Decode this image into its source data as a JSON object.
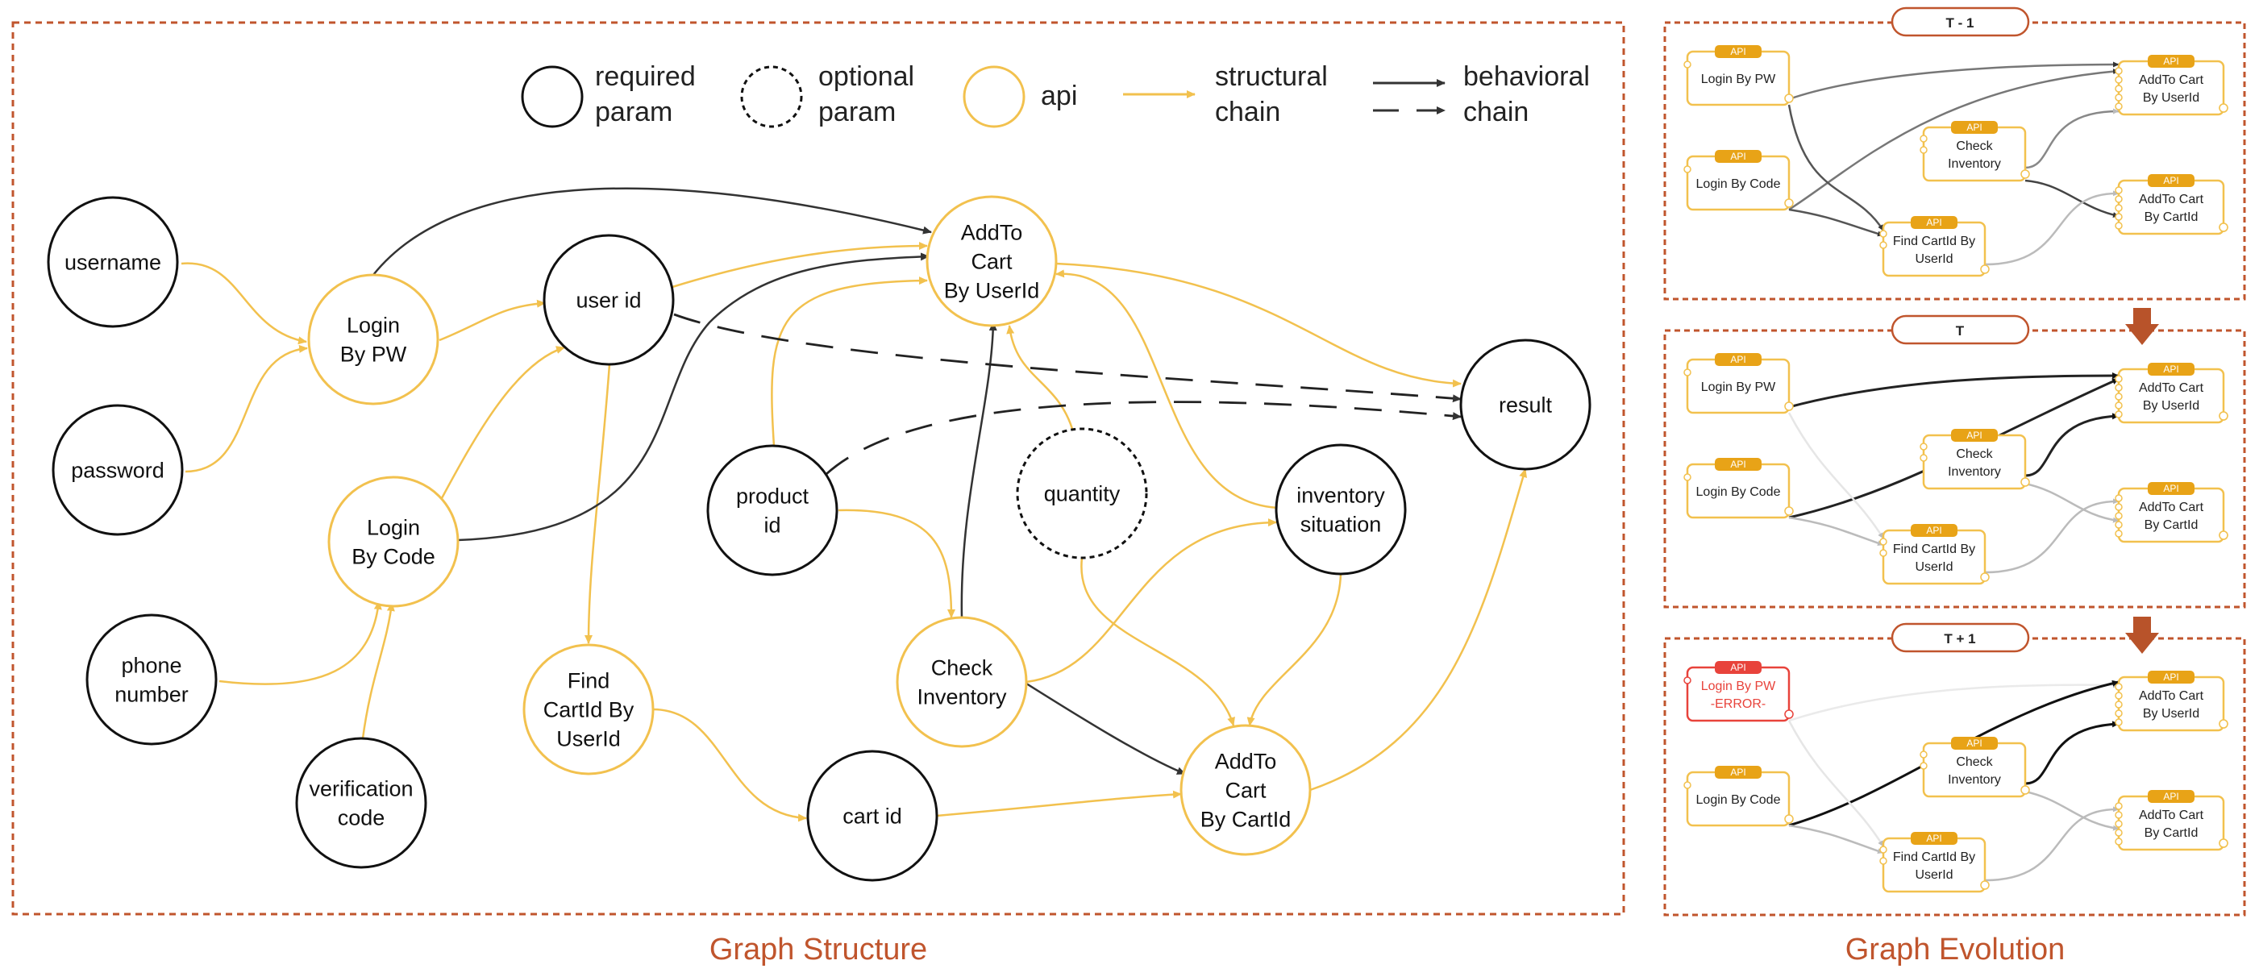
{
  "legend": {
    "required": [
      "required",
      "param"
    ],
    "optional": [
      "optional",
      "param"
    ],
    "api": "api",
    "structural": [
      "structural",
      "chain"
    ],
    "behavioral": [
      "behavioral",
      "chain"
    ]
  },
  "captions": {
    "structure": "Graph Structure",
    "evolution": "Graph Evolution"
  },
  "colors": {
    "api": "#f2c14e",
    "api_tag": "#e8a317",
    "frame": "#c0552d",
    "arrow_down": "#b8532a",
    "error": "#e8433b",
    "dark": "#333333"
  },
  "nodes": [
    {
      "id": "username",
      "type": "required",
      "lines": [
        "username"
      ]
    },
    {
      "id": "password",
      "type": "required",
      "lines": [
        "password"
      ]
    },
    {
      "id": "login_pw",
      "type": "api",
      "lines": [
        "Login",
        "By PW"
      ]
    },
    {
      "id": "user_id",
      "type": "required",
      "lines": [
        "user id"
      ]
    },
    {
      "id": "login_code",
      "type": "api",
      "lines": [
        "Login",
        "By Code"
      ]
    },
    {
      "id": "phone",
      "type": "required",
      "lines": [
        "phone",
        "number"
      ]
    },
    {
      "id": "verification",
      "type": "required",
      "lines": [
        "verification",
        "code"
      ]
    },
    {
      "id": "find_cart",
      "type": "api",
      "lines": [
        "Find",
        "CartId By",
        "UserId"
      ]
    },
    {
      "id": "cart_id",
      "type": "required",
      "lines": [
        "cart id"
      ]
    },
    {
      "id": "product_id",
      "type": "required",
      "lines": [
        "product",
        "id"
      ]
    },
    {
      "id": "add_user",
      "type": "api",
      "lines": [
        "AddTo",
        "Cart",
        "By UserId"
      ]
    },
    {
      "id": "quantity",
      "type": "optional",
      "lines": [
        "quantity"
      ]
    },
    {
      "id": "check_inv",
      "type": "api",
      "lines": [
        "Check",
        "Inventory"
      ]
    },
    {
      "id": "inv_sit",
      "type": "required",
      "lines": [
        "inventory",
        "situation"
      ]
    },
    {
      "id": "add_cart",
      "type": "api",
      "lines": [
        "AddTo",
        "Cart",
        "By CartId"
      ]
    },
    {
      "id": "result",
      "type": "required",
      "lines": [
        "result"
      ]
    }
  ],
  "panels": [
    {
      "label": "T - 1",
      "boxes": [
        {
          "id": "lpw",
          "tag": "API",
          "lines": [
            "Login By PW"
          ],
          "error": false
        },
        {
          "id": "lcode",
          "tag": "API",
          "lines": [
            "Login By Code"
          ],
          "error": false
        },
        {
          "id": "check",
          "tag": "API",
          "lines": [
            "Check",
            "Inventory"
          ],
          "error": false
        },
        {
          "id": "find",
          "tag": "API",
          "lines": [
            "Find CartId By",
            "UserId"
          ],
          "error": false
        },
        {
          "id": "auid",
          "tag": "API",
          "lines": [
            "AddTo Cart",
            "By UserId"
          ],
          "error": false
        },
        {
          "id": "acid",
          "tag": "API",
          "lines": [
            "AddTo Cart",
            "By CartId"
          ],
          "error": false
        }
      ]
    },
    {
      "label": "T",
      "boxes": [
        {
          "id": "lpw",
          "tag": "API",
          "lines": [
            "Login By PW"
          ],
          "error": false
        },
        {
          "id": "lcode",
          "tag": "API",
          "lines": [
            "Login By Code"
          ],
          "error": false
        },
        {
          "id": "check",
          "tag": "API",
          "lines": [
            "Check",
            "Inventory"
          ],
          "error": false
        },
        {
          "id": "find",
          "tag": "API",
          "lines": [
            "Find CartId By",
            "UserId"
          ],
          "error": false
        },
        {
          "id": "auid",
          "tag": "API",
          "lines": [
            "AddTo Cart",
            "By UserId"
          ],
          "error": false
        },
        {
          "id": "acid",
          "tag": "API",
          "lines": [
            "AddTo Cart",
            "By CartId"
          ],
          "error": false
        }
      ]
    },
    {
      "label": "T + 1",
      "boxes": [
        {
          "id": "lpw",
          "tag": "API",
          "lines": [
            "Login By PW",
            "-ERROR-"
          ],
          "error": true
        },
        {
          "id": "lcode",
          "tag": "API",
          "lines": [
            "Login By Code"
          ],
          "error": false
        },
        {
          "id": "check",
          "tag": "API",
          "lines": [
            "Check",
            "Inventory"
          ],
          "error": false
        },
        {
          "id": "find",
          "tag": "API",
          "lines": [
            "Find CartId By",
            "UserId"
          ],
          "error": false
        },
        {
          "id": "auid",
          "tag": "API",
          "lines": [
            "AddTo Cart",
            "By UserId"
          ],
          "error": false
        },
        {
          "id": "acid",
          "tag": "API",
          "lines": [
            "AddTo Cart",
            "By CartId"
          ],
          "error": false
        }
      ]
    }
  ]
}
